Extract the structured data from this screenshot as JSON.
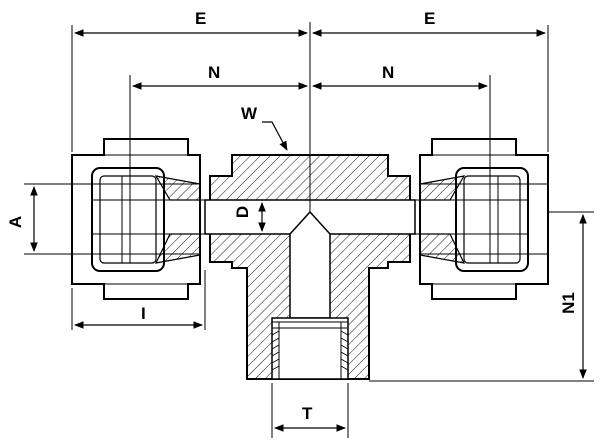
{
  "labels": {
    "e_left": "E",
    "e_right": "E",
    "n_left": "N",
    "n_right": "N",
    "w": "W",
    "a": "A",
    "d": "D",
    "i": "I",
    "n1": "N1",
    "t": "T"
  }
}
